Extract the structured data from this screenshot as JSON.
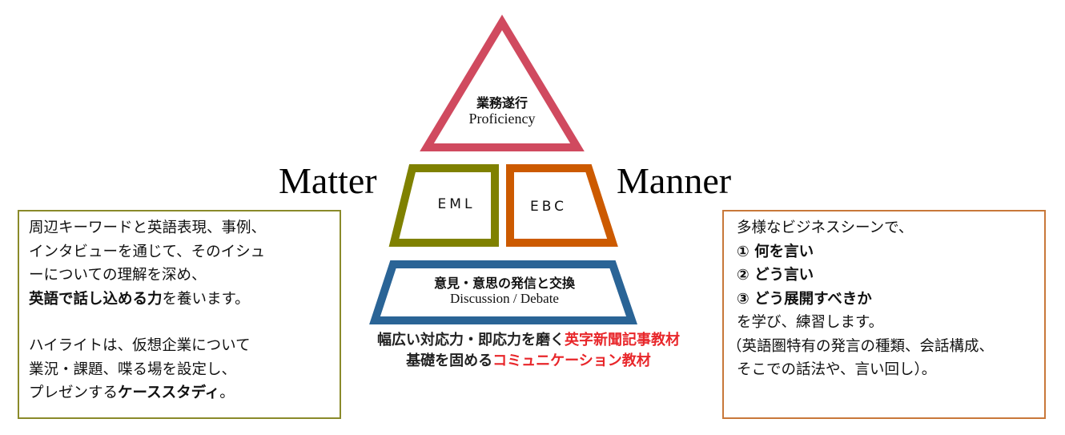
{
  "pyramid": {
    "top": {
      "jp": "業務遂行",
      "en": "Proficiency",
      "color": "#d04a5f"
    },
    "middle_left": {
      "label": "EML",
      "color": "#7f8100"
    },
    "middle_right": {
      "label": "EBC",
      "color": "#cc5a00"
    },
    "bottom": {
      "jp": "意見・意思の発信と交換",
      "en": "Discussion / Debate",
      "color": "#2a6496"
    }
  },
  "side_labels": {
    "left": "Matter",
    "right": "Manner"
  },
  "caption": {
    "line1_prefix": "幅広い対応力・即応力を磨く",
    "line1_highlight": "英字新聞記事教材",
    "line2_prefix": "基礎を固める",
    "line2_highlight": "コミュニケーション教材",
    "highlight_color": "#e8262a"
  },
  "left_box": {
    "border_color": "#8a8a2a",
    "lines": [
      "周辺キーワードと英語表現、事例、",
      "インタビューを通じて、そのイシュ",
      "ーについての理解を深め、"
    ],
    "line4_bold": "英語で話し込める力",
    "line4_rest": "を養います。",
    "lines2": [
      "ハイライトは、仮想企業について",
      "業況・課題、喋る場を設定し、"
    ],
    "line7_prefix": "プレゼンする",
    "line7_bold": "ケーススタディ",
    "line7_suffix": "。"
  },
  "right_box": {
    "border_color": "#c8783a",
    "intro": "多様なビジネスシーンで、",
    "items": [
      "① 何を言い",
      "② どう言い",
      "③ どう展開すべきか"
    ],
    "line5": "を学び、練習します。",
    "line6": "（英語圏特有の発言の種類、会話構成、",
    "line7": "そこでの話法や、言い回し）。"
  }
}
